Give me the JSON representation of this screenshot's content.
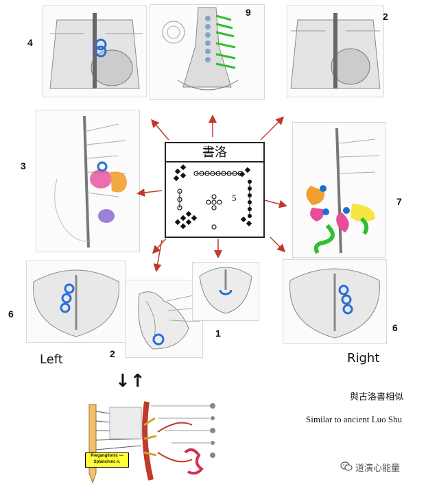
{
  "center": {
    "title": "書洛",
    "number": "5"
  },
  "panels": [
    {
      "id": "panel-9",
      "number": "9"
    },
    {
      "id": "panel-4",
      "number": "4"
    },
    {
      "id": "panel-2-top",
      "number": "2"
    },
    {
      "id": "panel-3",
      "number": "3"
    },
    {
      "id": "panel-7",
      "number": "7"
    },
    {
      "id": "panel-6-left",
      "number": "6"
    },
    {
      "id": "panel-2-bottom",
      "number": "2"
    },
    {
      "id": "panel-1",
      "number": "1"
    },
    {
      "id": "panel-6-right",
      "number": "6"
    }
  ],
  "labels": {
    "left": "Left",
    "right": "Right"
  },
  "captions": {
    "chinese": "與古洛書相似",
    "english": "Similar to ancient Luo Shu"
  },
  "bottom_figure": {
    "box_label": "Preganglionic — Splanchnic n."
  },
  "footer": {
    "wechat": "道演心能量"
  },
  "colors": {
    "arrow": "#c0392b",
    "ring_blue": "#2a6ed6",
    "green": "#2fbf2f",
    "pink": "#e46aa0",
    "orange": "#f0a030",
    "yellow": "#f5e642",
    "purple": "#8a6ad6"
  }
}
